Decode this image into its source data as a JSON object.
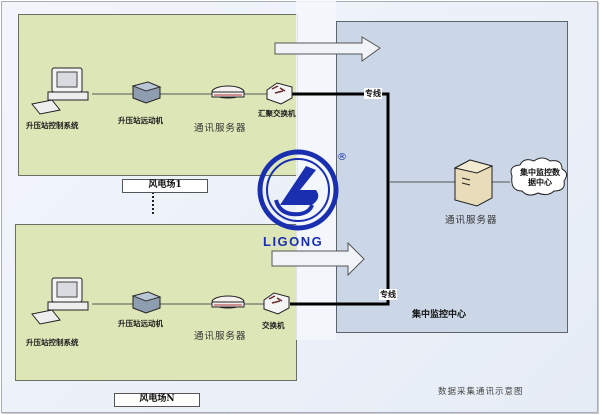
{
  "diagram": {
    "caption": "数据采集通讯示意图",
    "farms": [
      {
        "label": "风电场1",
        "devices": [
          {
            "icon": "computer-icon",
            "label": "升压站控制系统"
          },
          {
            "icon": "remote-unit-icon",
            "label": "升压站远动机"
          },
          {
            "icon": "router-icon",
            "label": "通讯服务器"
          },
          {
            "icon": "switch-icon",
            "label": "汇聚交换机"
          }
        ]
      },
      {
        "label": "风电场N",
        "devices": [
          {
            "icon": "computer-icon",
            "label": "升压站控制系统"
          },
          {
            "icon": "remote-unit-icon",
            "label": "升压站远动机"
          },
          {
            "icon": "router-icon",
            "label": "通讯服务器"
          },
          {
            "icon": "switch-icon",
            "label": "交换机"
          }
        ]
      }
    ],
    "links": [
      {
        "label": "专线"
      },
      {
        "label": "专线"
      }
    ],
    "center": {
      "title": "集中监控中心",
      "server_label": "通讯服务器",
      "cloud_label_line1": "集中监控数",
      "cloud_label_line2": "据中心"
    },
    "logo": {
      "text": "LIGONG",
      "mark": "®",
      "color": "#1a2fb0"
    },
    "colors": {
      "farm_bg": "#dde6b6",
      "center_bg": "#cbd7e6",
      "link_line": "#000000"
    }
  }
}
